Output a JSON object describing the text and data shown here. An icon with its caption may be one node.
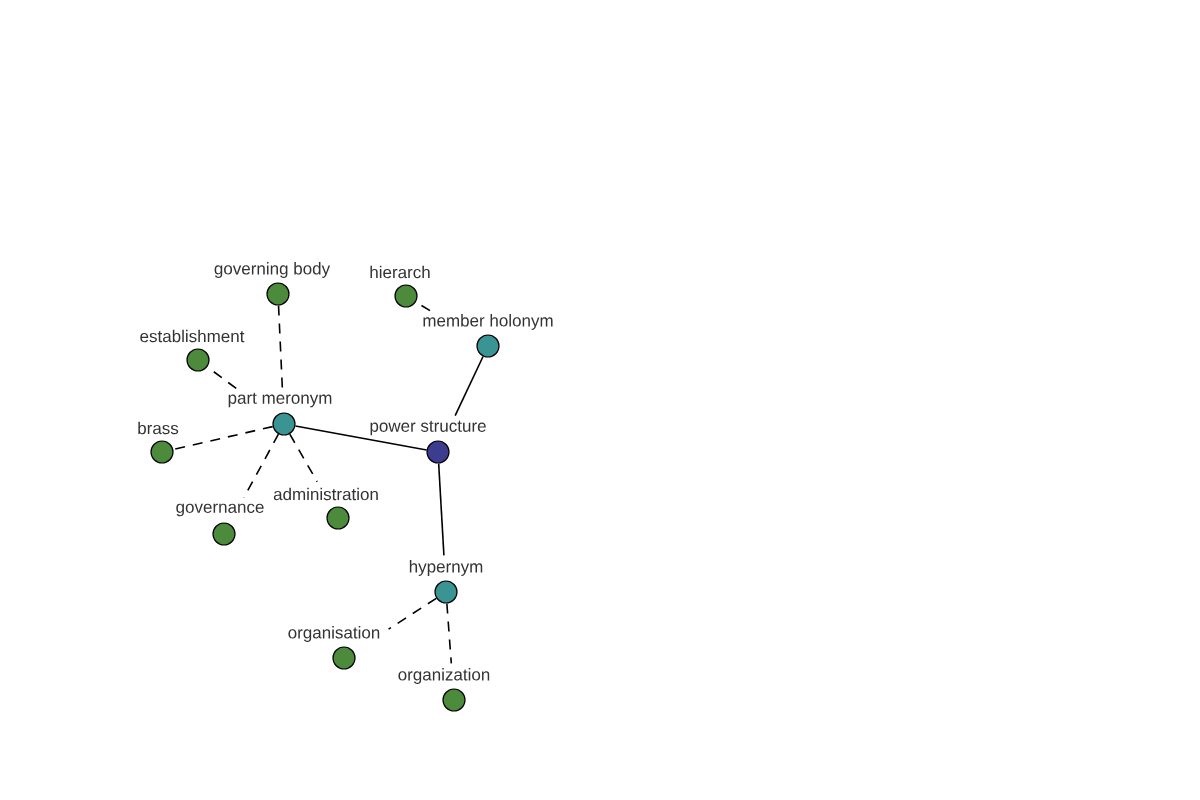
{
  "diagram": {
    "nodes": [
      {
        "text": [
          "governing body"
        ]
      },
      {
        "text": [
          "hierarch"
        ]
      },
      {
        "text": [
          "establishment"
        ]
      },
      {
        "text": [
          "member holonym"
        ]
      },
      {
        "text": [
          "part meronym"
        ]
      },
      {
        "text": [
          "brass"
        ]
      },
      {
        "text": [
          "power structure"
        ]
      },
      {
        "text": [
          "administration"
        ]
      },
      {
        "text": [
          "governance"
        ]
      },
      {
        "text": [
          "hypernym"
        ]
      },
      {
        "text": [
          "organisation"
        ]
      },
      {
        "text": [
          "organization"
        ]
      }
    ],
    "edges": [
      {
        "from": 6,
        "to": 4,
        "arrow": "none"
      },
      {
        "from": 6,
        "to": 3,
        "arrow": "none"
      },
      {
        "from": 6,
        "to": 9,
        "arrow": "none"
      },
      {
        "from": 4,
        "to": 0,
        "arrow": "none",
        "style": "dashed"
      },
      {
        "from": 4,
        "to": 2,
        "arrow": "none",
        "style": "dashed"
      },
      {
        "from": 4,
        "to": 5,
        "arrow": "none",
        "style": "dashed"
      },
      {
        "from": 4,
        "to": 8,
        "arrow": "none",
        "style": "dashed"
      },
      {
        "from": 4,
        "to": 7,
        "arrow": "none",
        "style": "dashed"
      },
      {
        "from": 3,
        "to": 1,
        "arrow": "none",
        "style": "dashed"
      },
      {
        "from": 9,
        "to": 10,
        "arrow": "none",
        "style": "dashed"
      },
      {
        "from": 9,
        "to": 11,
        "arrow": "none",
        "style": "dashed"
      }
    ]
  }
}
